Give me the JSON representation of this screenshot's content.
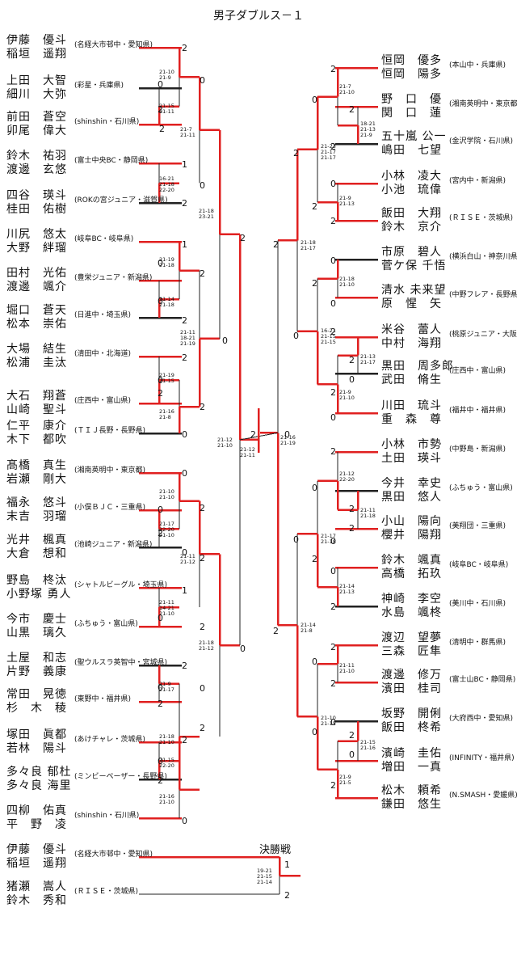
{
  "title": "男子ダブルス－１",
  "final_label": "決勝戦",
  "left_pairs": [
    {
      "p1": "伊藤　優斗",
      "p2": "稲垣　遥翔",
      "aff": "(名経大市邨中・愛知県)"
    },
    {
      "p1": "上田　大智",
      "p2": "細川　大弥",
      "aff": "(彩星・兵庫県)"
    },
    {
      "p1": "前田　蒼空",
      "p2": "卯尾　偉大",
      "aff": "(shinshin・石川県)"
    },
    {
      "p1": "鈴木　祐羽",
      "p2": "渡邊　玄悠",
      "aff": "(富士中央BC・静岡県)"
    },
    {
      "p1": "四谷　瑛斗",
      "p2": "桂田　佑樹",
      "aff": "(ROKの宮ジュニア・滋賀県)"
    },
    {
      "p1": "川尻　悠太",
      "p2": "大野　絆瑠",
      "aff": "(岐阜BC・岐阜県)"
    },
    {
      "p1": "田村　光佑",
      "p2": "渡邊　颯介",
      "aff": "(豊栄ジュニア・新潟県)"
    },
    {
      "p1": "堀口　蒼天",
      "p2": "松本　崇佑",
      "aff": "(日進中・埼玉県)"
    },
    {
      "p1": "大場　結生",
      "p2": "松浦　圭汰",
      "aff": "(清田中・北海道)"
    },
    {
      "p1": "大石　翔蒼",
      "p2": "山崎　聖斗",
      "aff": "(庄西中・富山県)"
    },
    {
      "p1": "仁平　康介",
      "p2": "木下　都吹",
      "aff": "(ＴＩＪ長野・長野県)"
    },
    {
      "p1": "髙橋　真生",
      "p2": "岩瀬　剛大",
      "aff": "(湘南英明中・東京都)"
    },
    {
      "p1": "福永　悠斗",
      "p2": "末吉　羽瑠",
      "aff": "(小俣ＢＪＣ・三重県)"
    },
    {
      "p1": "光井　楓真",
      "p2": "大倉　想和",
      "aff": "(池崎ジュニア・新潟県)"
    },
    {
      "p1": "野島　柊汰",
      "p2": "小野塚 勇人",
      "aff": "(シャトルビーグル・埼玉県)"
    },
    {
      "p1": "今市　慶士",
      "p2": "山黒　璃久",
      "aff": "(ふちゅう・富山県)"
    },
    {
      "p1": "土屋　和志",
      "p2": "片野　義康",
      "aff": "(聖ウルスラ英智中・宮城県)"
    },
    {
      "p1": "常田　晃徳",
      "p2": "杉　木　稜",
      "aff": "(東野中・福井県)"
    },
    {
      "p1": "塚田　眞都",
      "p2": "若林　陽斗",
      "aff": "(あけチャレ・茨城県)"
    },
    {
      "p1": "多々良 郁杜",
      "p2": "多々良 海里",
      "aff": "(ミンビーペーザー・長野県)"
    },
    {
      "p1": "四柳　佑真",
      "p2": "平　野　凌",
      "aff": "(shinshin・石川県)"
    }
  ],
  "right_pairs": [
    {
      "p1": "恒岡　優多",
      "p2": "恒岡　陽多",
      "aff": "(本山中・兵庫県)"
    },
    {
      "p1": "野　口　優",
      "p2": "関　口　蓮",
      "aff": "(湘南英明中・東京都)"
    },
    {
      "p1": "五十嵐 公一",
      "p2": "嶋田　七望",
      "aff": "(金沢学院・石川県)"
    },
    {
      "p1": "小林　凌大",
      "p2": "小池　琉偉",
      "aff": "(宮内中・新潟県)"
    },
    {
      "p1": "飯田　大翔",
      "p2": "鈴木　京介",
      "aff": "(ＲＩＳＥ・茨城県)"
    },
    {
      "p1": "市原　碧人",
      "p2": "菅ケ保 千悟",
      "aff": "(横浜白山・神奈川県)"
    },
    {
      "p1": "清水 未来望",
      "p2": "原　惺　矢",
      "aff": "(中野フレア・長野県)"
    },
    {
      "p1": "米谷　蕾人",
      "p2": "中村　海翔",
      "aff": "(桃原ジュニア・大阪府)"
    },
    {
      "p1": "黒田　周多郎",
      "p2": "武田　脩生",
      "aff": "(庄西中・富山県)"
    },
    {
      "p1": "川田　琉斗",
      "p2": "重　森　尊",
      "aff": "(福井中・福井県)"
    },
    {
      "p1": "小林　市勢",
      "p2": "土田　瑛斗",
      "aff": "(中野島・新潟県)"
    },
    {
      "p1": "今井　幸史",
      "p2": "黒田　悠人",
      "aff": "(ふちゅう・富山県)"
    },
    {
      "p1": "小山　陽向",
      "p2": "櫻井　陽翔",
      "aff": "(美翔団・三重県)"
    },
    {
      "p1": "鈴木　颯真",
      "p2": "高橋　拓玖",
      "aff": "(岐阜BC・岐阜県)"
    },
    {
      "p1": "神崎　李空",
      "p2": "水島　颯柊",
      "aff": "(美川中・石川県)"
    },
    {
      "p1": "渡辺　望夢",
      "p2": "三森　匠隼",
      "aff": "(清明中・群馬県)"
    },
    {
      "p1": "渡邊　修万",
      "p2": "濱田　桂司",
      "aff": "(富士山BC・静岡県)"
    },
    {
      "p1": "坂野　開俐",
      "p2": "飯田　柊希",
      "aff": "(大府西中・愛知県)"
    },
    {
      "p1": "濱崎　圭佑",
      "p2": "増田　一真",
      "aff": "(INFINITY・福井県)"
    },
    {
      "p1": "松木　頼希",
      "p2": "鎌田　悠生",
      "aff": "(N.SMASH・愛媛県)"
    }
  ],
  "final_pairs": [
    {
      "p1": "伊藤　優斗",
      "p2": "稲垣　遥翔",
      "aff": "(名経大市邨中・愛知県)"
    },
    {
      "p1": "猪瀬　嵩人",
      "p2": "鈴木　秀和",
      "aff": "(ＲＩＳＥ・茨城県)"
    }
  ],
  "results": [
    "2",
    "0",
    "2",
    "0",
    "2",
    "1",
    "0",
    "2",
    "2",
    "1",
    "0",
    "2",
    "0",
    "2",
    "0",
    "2",
    "0",
    "2",
    "2",
    "0",
    "2",
    "0",
    "0",
    "2",
    "2",
    "0",
    "2",
    "1",
    "0",
    "2",
    "0",
    "2",
    "0",
    "2",
    "0",
    "2",
    "0",
    "2",
    "2",
    "0",
    "2",
    "0",
    "2",
    "2",
    "2",
    "0",
    "2",
    "2",
    "0",
    "2",
    "0",
    "0",
    "2",
    "2",
    "0",
    "2",
    "0",
    "2",
    "0",
    "2",
    "0",
    "2",
    "2",
    "0",
    "2",
    "0",
    "2",
    "0",
    "2",
    "0",
    "2",
    "0",
    "2",
    "0",
    "2",
    "0",
    "2",
    "1",
    "2",
    "0",
    "2",
    "0",
    "2",
    "0",
    "2",
    "2",
    "0",
    "2",
    "1",
    "2",
    "2",
    "0",
    "2",
    "0",
    "2",
    "1",
    "0",
    "2",
    "0",
    "2",
    "0",
    "2",
    "2",
    "1",
    "2",
    "0",
    "2",
    "2",
    "1"
  ],
  "scores": [
    "21-10\n21-9",
    "21-15\n21-11",
    "21-7\n21-11",
    "16-21\n21-18\n22-20",
    "21-18\n23-21",
    "21-19\n21-18",
    "21-14\n21-18",
    "21-11\n18-21\n21-19",
    "21-19\n21-15",
    "21-16\n21-8",
    "21-12\n21-10",
    "21-12\n21-11",
    "21-7\n21-10",
    "18-21\n21-13\n21-9",
    "21-23\n21-17\n21-17",
    "21-9\n21-13",
    "21-18\n21-17",
    "21-18\n21-10",
    "16-21\n21-15\n21-15",
    "21-13\n21-17",
    "21-9\n21-10",
    "21-16\n21-19",
    "21-12\n22-20",
    "21-11\n21-18",
    "21-17\n21-18",
    "21-14\n21-13",
    "21-14\n21-8",
    "21-11\n21-10",
    "21-10\n21-15",
    "21-15\n21-16",
    "21-9\n21-5",
    "21-10\n21-10",
    "21-17\n22-20\n21-10",
    "21-11\n21-12",
    "21-11\n14-21\n21-10",
    "21-18\n21-12",
    "21-9\n21-17",
    "21-18\n21-10",
    "21-15\n22-20",
    "21-16\n21-10",
    "19-21\n21-15\n21-14"
  ]
}
